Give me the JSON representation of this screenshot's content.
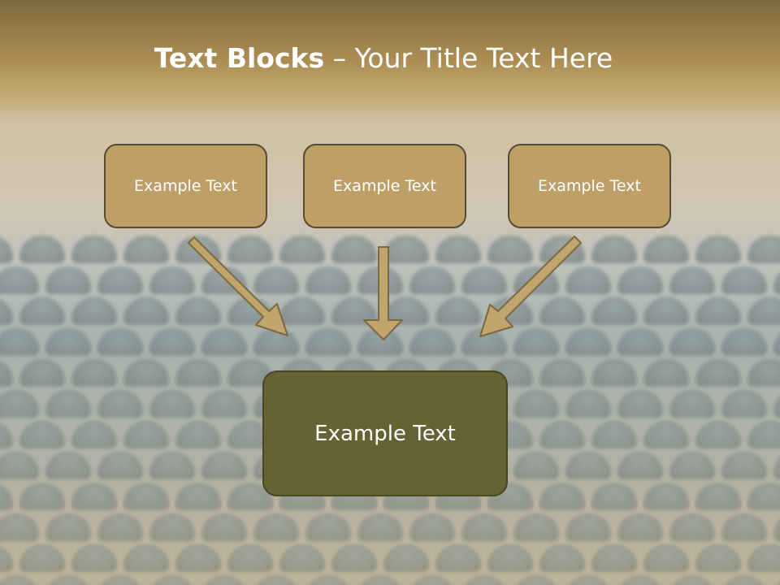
{
  "title": {
    "bold": "Text Blocks",
    "rest": " – Your Title Text Here"
  },
  "blocks": [
    {
      "label": "Example Text"
    },
    {
      "label": "Example Text"
    },
    {
      "label": "Example Text"
    }
  ],
  "target": {
    "label": "Example Text"
  },
  "colors": {
    "top_box_fill": "#bd9f67",
    "bottom_box_fill": "#656234",
    "box_border": "#5a4a2e",
    "arrow_fill": "#c0a56c",
    "arrow_stroke": "#7d6840",
    "text": "#ffffff"
  }
}
